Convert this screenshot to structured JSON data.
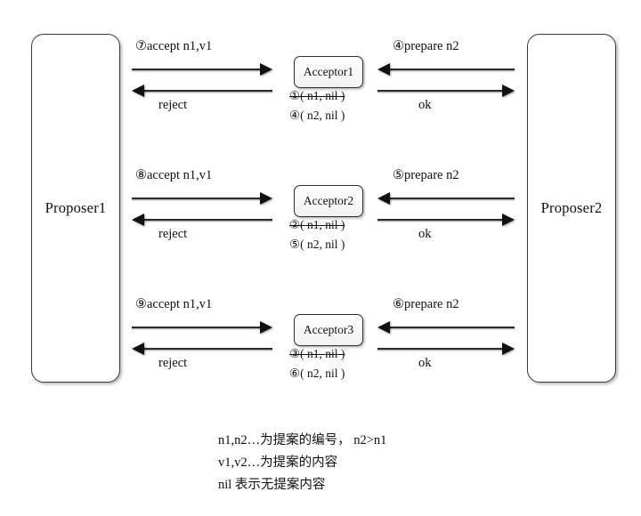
{
  "diagram": {
    "title": "Paxos two-proposer message sequence diagram",
    "proposers": [
      {
        "id": "proposer1",
        "label": "Proposer1"
      },
      {
        "id": "proposer2",
        "label": "Proposer2"
      }
    ],
    "groups": [
      {
        "acceptor_label": "Acceptor1",
        "state_old": "①( n1, nil )",
        "state_new": "④( n2, nil )",
        "left_request_label": "⑦accept n1,v1",
        "left_response_label": "reject",
        "right_request_label": "④prepare n2",
        "right_response_label": "ok"
      },
      {
        "acceptor_label": "Acceptor2",
        "state_old": "②( n1, nil )",
        "state_new": "⑤( n2, nil )",
        "left_request_label": "⑧accept n1,v1",
        "left_response_label": "reject",
        "right_request_label": "⑤prepare n2",
        "right_response_label": "ok"
      },
      {
        "acceptor_label": "Acceptor3",
        "state_old": "③( n1, nil )",
        "state_new": "⑥( n2, nil )",
        "left_request_label": "⑨accept n1,v1",
        "left_response_label": "reject",
        "right_request_label": "⑥prepare n2",
        "right_response_label": "ok"
      }
    ],
    "legend": [
      "n1,n2…为提案的编号， n2>n1",
      "v1,v2…为提案的内容",
      "nil 表示无提案内容"
    ],
    "colors": {
      "background": "#ffffff",
      "stroke": "#2b2b2b",
      "text": "#111111"
    }
  }
}
